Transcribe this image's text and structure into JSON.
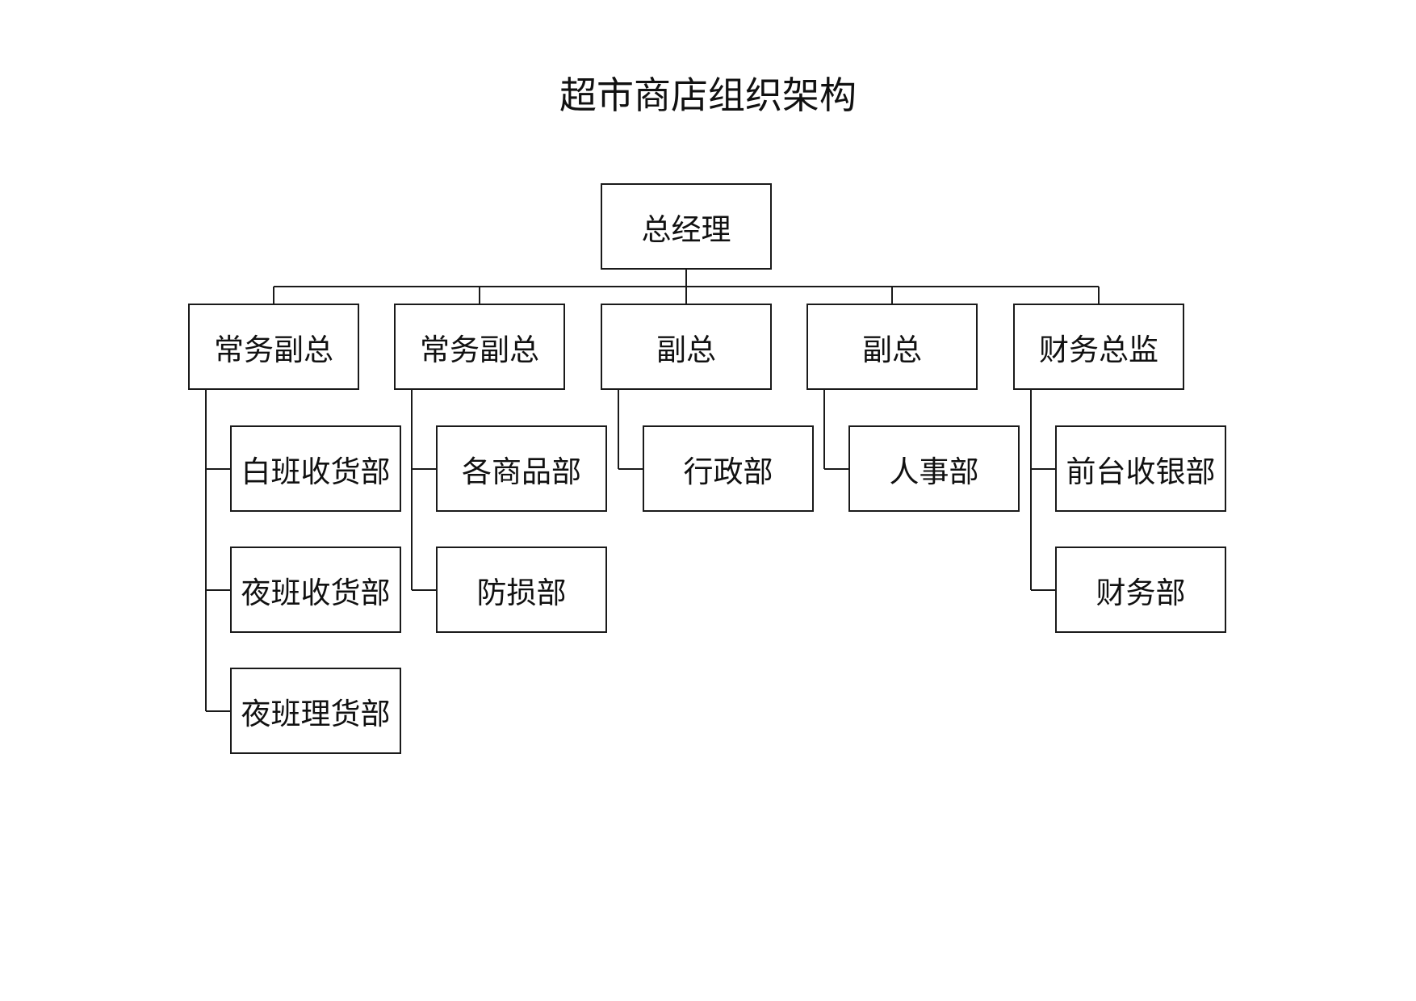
{
  "title": "超市商店组织架构",
  "org": {
    "root": {
      "label": "总经理"
    },
    "divisions": [
      {
        "label": "常务副总",
        "departments": [
          {
            "label": "白班收货部"
          },
          {
            "label": "夜班收货部"
          },
          {
            "label": "夜班理货部"
          }
        ]
      },
      {
        "label": "常务副总",
        "departments": [
          {
            "label": "各商品部"
          },
          {
            "label": "防损部"
          }
        ]
      },
      {
        "label": "副总",
        "departments": [
          {
            "label": "行政部"
          }
        ]
      },
      {
        "label": "副总",
        "departments": [
          {
            "label": "人事部"
          }
        ]
      },
      {
        "label": "财务总监",
        "departments": [
          {
            "label": "前台收银部"
          },
          {
            "label": "财务部"
          }
        ]
      }
    ]
  }
}
